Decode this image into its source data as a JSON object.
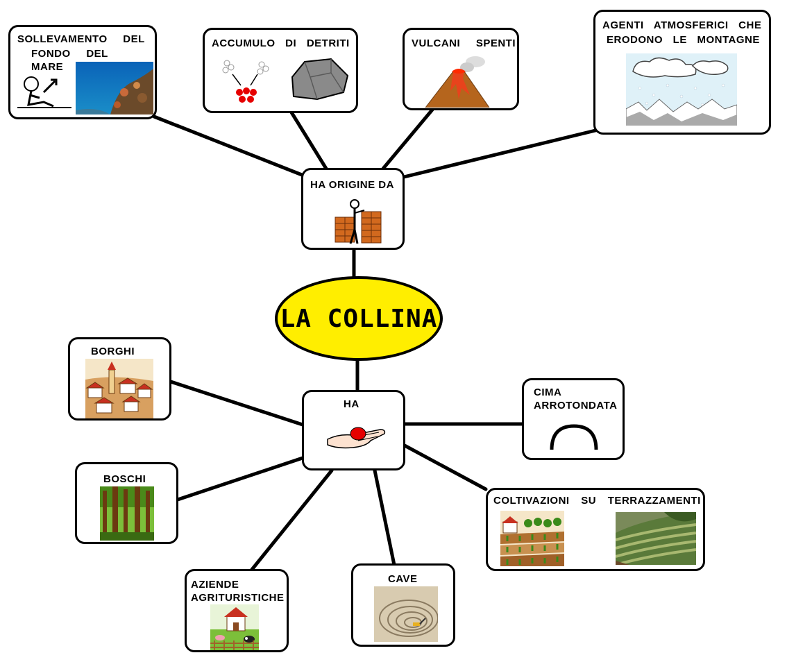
{
  "center": {
    "title": "LA COLLINA"
  },
  "hubs": {
    "origin": {
      "label": "HA ORIGINE DA",
      "icon": "builder-brick-wall-icon"
    },
    "has": {
      "label": "HA",
      "icon": "hand-holding-ball-icon"
    }
  },
  "origins": [
    {
      "label_line1": "SOLLEVAMENTO DEL",
      "label_line2": "FONDO DEL MARE",
      "icons": [
        "person-rising-arrow-icon",
        "seabed-coral-photo"
      ]
    },
    {
      "label": "ACCUMULO DI DETRITI",
      "icons": [
        "accumulating-particles-icon",
        "rock-icon"
      ]
    },
    {
      "label": "VULCANI SPENTI",
      "icons": [
        "volcano-icon"
      ]
    },
    {
      "label_line1": "AGENTI ATMOSFERICI CHE",
      "label_line2": "ERODONO LE MONTAGNE",
      "icons": [
        "snow-clouds-mountains-icon"
      ]
    }
  ],
  "features": [
    {
      "label": "BORGHI",
      "icons": [
        "village-icon"
      ]
    },
    {
      "label": "BOSCHI",
      "icons": [
        "forest-icon"
      ]
    },
    {
      "label_line1": "AZIENDE",
      "label_line2": "AGRITURISTICHE",
      "icons": [
        "farmhouse-icon"
      ]
    },
    {
      "label": "CAVE",
      "icons": [
        "quarry-icon"
      ]
    },
    {
      "label": "COLTIVAZIONI SU TERRAZZAMENTI",
      "icons": [
        "terraced-fields-icon",
        "terraced-hill-photo"
      ]
    },
    {
      "label_line1": "CIMA",
      "label_line2": "ARROTONDATA",
      "icons": [
        "rounded-arc-icon"
      ]
    }
  ],
  "colors": {
    "center_fill": "#ffee00",
    "border": "#000000",
    "brick": "#d2691e",
    "lava": "#e8431c"
  }
}
